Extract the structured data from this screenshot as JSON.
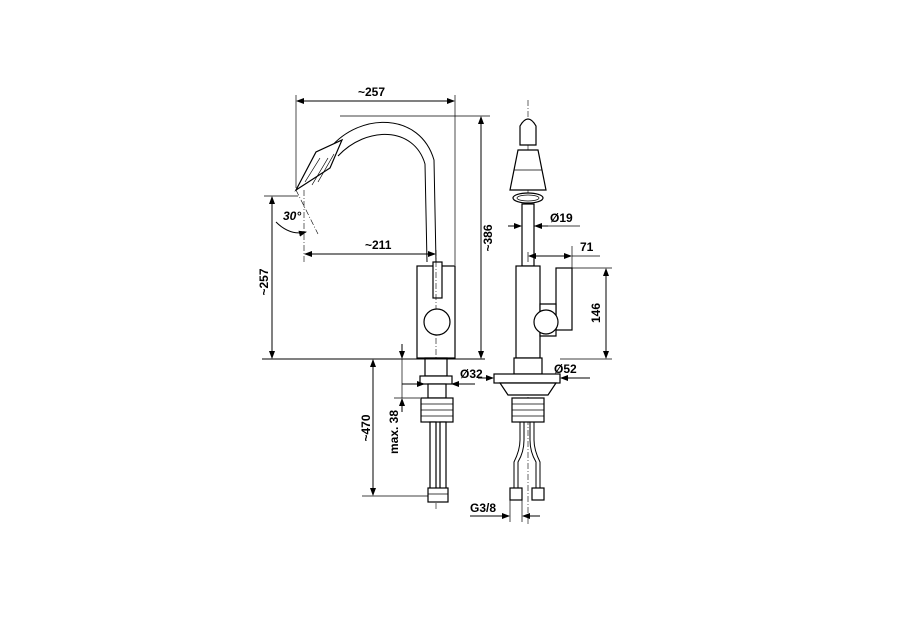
{
  "dimensions": {
    "width_top": "~257",
    "height_total": "~386",
    "height_left": "~257",
    "reach": "~211",
    "angle": "30°",
    "diam_spout": "Ø19",
    "handle_len": "71",
    "handle_height": "146",
    "diam_base": "Ø32",
    "diam_plate": "Ø52",
    "hose_len": "~470",
    "max_thickness": "max. 38",
    "thread": "G3/8"
  }
}
